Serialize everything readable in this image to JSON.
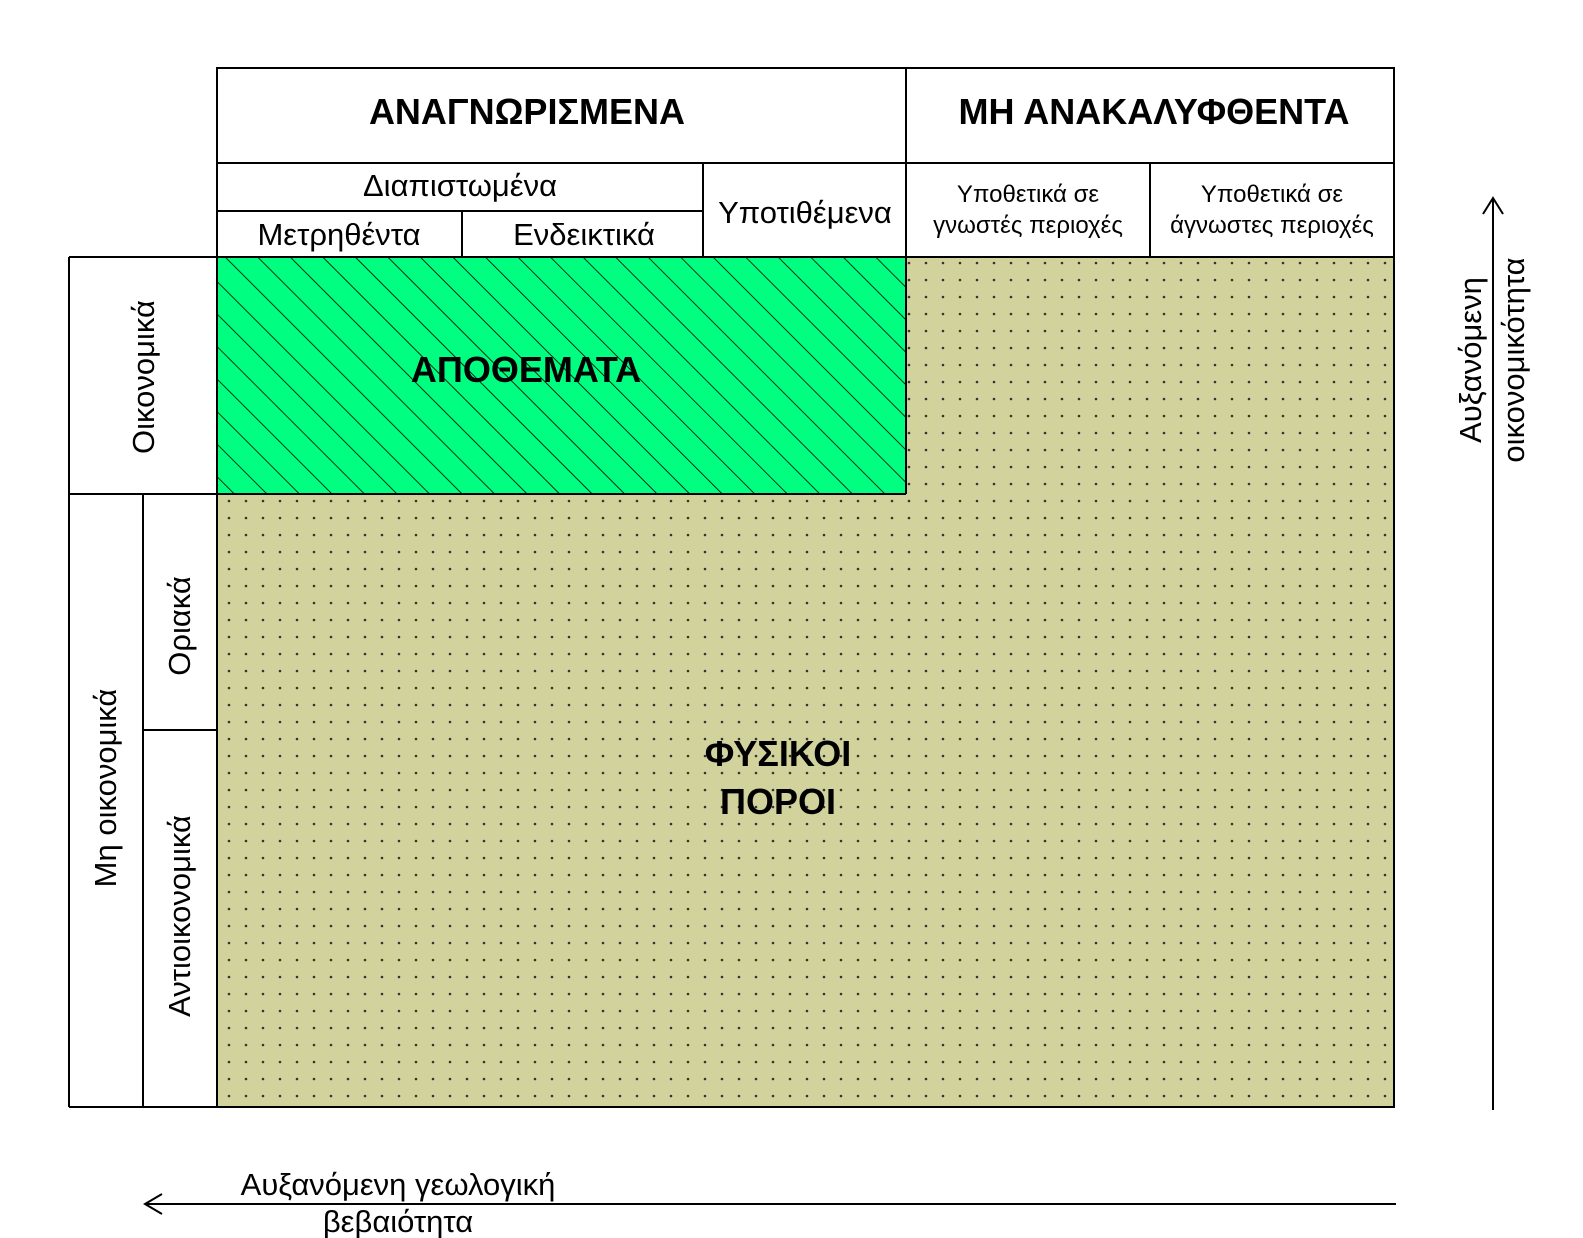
{
  "header": {
    "identified": "ΑΝΑΓΝΩΡΙΣΜΕΝΑ",
    "undiscovered": "ΜΗ ΑΝΑΚΑΛΥΦΘΕΝΤΑ",
    "demonstrated": "Διαπιστωμένα",
    "measured": "Μετρηθέντα",
    "indicated": "Ενδεικτικά",
    "inferred": "Υποτιθέμενα",
    "hypothetical_known_line1": "Υποθετικά σε",
    "hypothetical_known_line2": "γνωστές περιοχές",
    "hypothetical_unknown_line1": "Υποθετικά σε",
    "hypothetical_unknown_line2": "άγνωστες περιοχές"
  },
  "rows": {
    "economic": "Οικονομικά",
    "non_economic": "Μη οικονομικά",
    "marginal": "Οριακά",
    "subeconomic": "Αντιοικονομικά"
  },
  "body": {
    "reserves": "ΑΠΟΘΕΜΑΤΑ",
    "resources_line1": "ΦΥΣΙΚΟΙ",
    "resources_line2": "ΠΟΡΟΙ"
  },
  "axes": {
    "geologic_line1": "Αυξανόμενη γεωλογική",
    "geologic_line2": "βεβαιότητα",
    "economic_line1": "Αυξανόμενη",
    "economic_line2": "οικονομικότητα"
  },
  "colors": {
    "reserves_fill": "#00ff80",
    "resources_fill": "#d2d29c",
    "dot": "#333333",
    "line": "#000000"
  }
}
